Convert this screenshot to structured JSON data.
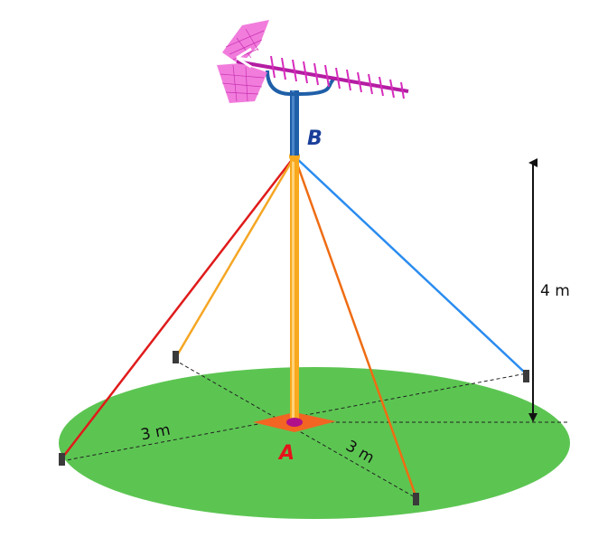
{
  "labels": {
    "point_a": "A",
    "point_b": "B",
    "radius_left": "3 m",
    "radius_right": "3 m",
    "height": "4 m"
  },
  "colors": {
    "ground": "#5cc552",
    "mast": "#f8a91d",
    "mast_top": "#1f5fa8",
    "label_a": "#e5141b",
    "label_b": "#1a3f9a",
    "antenna": "#e83ec9",
    "cable_red": "#e01b1b",
    "cable_orange_light": "#f5a623",
    "cable_orange_dark": "#ef6c12",
    "cable_blue": "#2a8cf0",
    "base_plate": "#f26522"
  }
}
